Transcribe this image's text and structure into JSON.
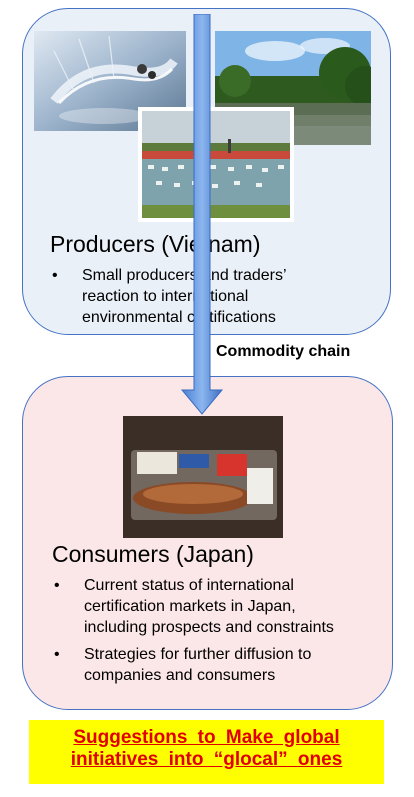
{
  "producers": {
    "title": "Producers (Vietnam)",
    "bullets": [
      "Small producers and traders’ reaction to international environmental certifications"
    ]
  },
  "consumers": {
    "title": "Consumers (Japan)",
    "bullets": [
      "Current status of international certification markets in Japan, including prospects and constraints",
      "Strategies for further diffusion to companies and consumers"
    ]
  },
  "arrow": {
    "label": "Commodity chain"
  },
  "suggestion": {
    "line1": "Suggestions to Make global",
    "line2": "initiatives into “glocal” ones"
  },
  "images": {
    "shrimp": "shrimp-photo",
    "mangrove": "mangrove-pond-photo",
    "farm": "aquaculture-farm-photo",
    "package": "packaged-shrimp-photo"
  }
}
